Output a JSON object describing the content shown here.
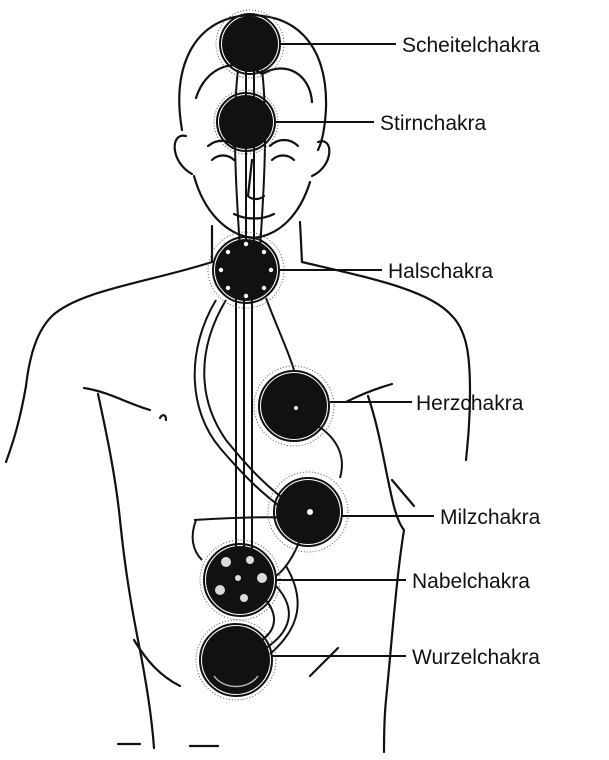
{
  "chakras": [
    {
      "label": "Scheitelchakra"
    },
    {
      "label": "Stirnchakra"
    },
    {
      "label": "Halschakra"
    },
    {
      "label": "Herzchakra"
    },
    {
      "label": "Milzchakra"
    },
    {
      "label": "Nabelchakra"
    },
    {
      "label": "Wurzelchakra"
    }
  ],
  "colors": {
    "ink": "#111111",
    "background": "#ffffff"
  }
}
